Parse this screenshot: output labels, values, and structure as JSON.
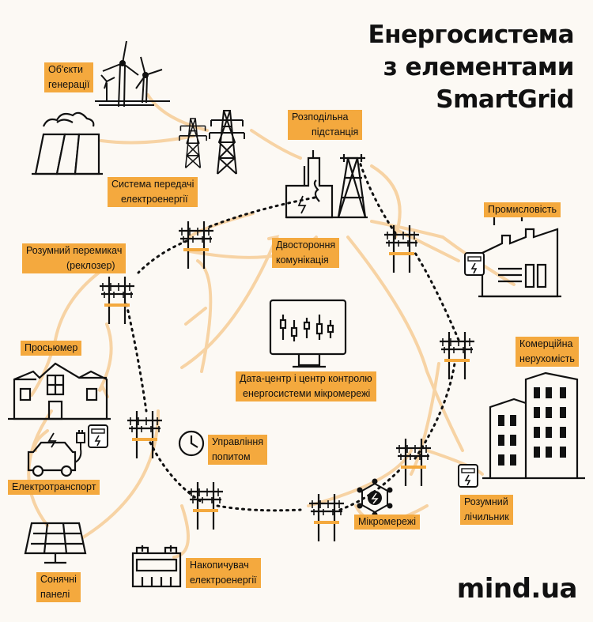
{
  "title": {
    "line1": "Енергосистема",
    "line2": "з елементами",
    "line3": "SmartGrid"
  },
  "labels": {
    "generation": [
      "Об'єкти",
      "генерації"
    ],
    "transmission": [
      "Система передачі",
      "електроенергії"
    ],
    "substation": [
      "Розподільна",
      "підстанція"
    ],
    "industry": [
      "Промисловість"
    ],
    "recloser": [
      "Розумний перемикач",
      "(реклозер)"
    ],
    "two_way": [
      "Двостороння",
      "комунікація"
    ],
    "commercial": [
      "Комерційна",
      "нерухомість"
    ],
    "prosumer": [
      "Просьюмер"
    ],
    "datacenter": [
      "Дата-центр і центр контролю",
      "енергосистеми мікромережі"
    ],
    "demand": [
      "Управління",
      "попитом"
    ],
    "ev": [
      "Електротранспорт"
    ],
    "smart_meter": [
      "Розумний",
      "лічильник"
    ],
    "microgrid": [
      "Мікромережі"
    ],
    "storage": [
      "Накопичувач",
      "електроенергії"
    ],
    "solar": [
      "Сонячні",
      "панелі"
    ]
  },
  "logo": "mind.ua",
  "colors": {
    "accent": "#f4a93e",
    "flow": "#f7d3a4",
    "ink": "#111111",
    "background": "#fcf9f4"
  },
  "icons": [
    "wind-turbine-icon",
    "power-plant-icon",
    "transmission-tower-icon",
    "substation-icon",
    "factory-icon",
    "utility-pole-icon",
    "monitor-icon",
    "house-icon",
    "electric-car-icon",
    "ev-charger-icon",
    "meter-icon",
    "clock-icon",
    "microgrid-icon",
    "battery-icon",
    "solar-panel-icon",
    "office-building-icon"
  ]
}
